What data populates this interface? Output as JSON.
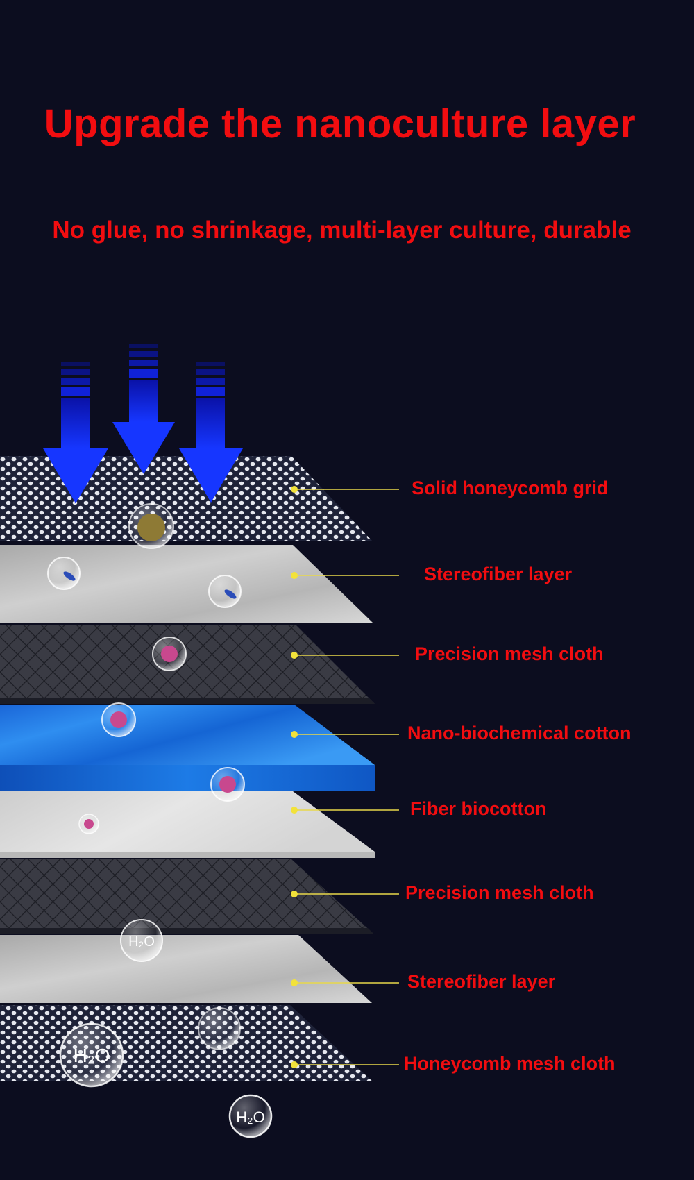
{
  "header": {
    "title": "Upgrade the nanoculture layer",
    "subtitle": "No glue, no shrinkage, multi-layer culture, durable"
  },
  "layers": [
    {
      "label": "Solid honeycomb grid",
      "texture": "honeycomb"
    },
    {
      "label": "Stereofiber layer",
      "texture": "fiber"
    },
    {
      "label": "Precision mesh cloth",
      "texture": "mesh"
    },
    {
      "label": "Nano-biochemical cotton",
      "texture": "blue-cotton"
    },
    {
      "label": "Fiber biocotton",
      "texture": "white-cotton"
    },
    {
      "label": "Precision mesh cloth",
      "texture": "mesh"
    },
    {
      "label": "Stereofiber layer",
      "texture": "fiber"
    },
    {
      "label": "Honeycomb mesh cloth",
      "texture": "honeycomb"
    }
  ],
  "bubble_text": "H₂O",
  "colors": {
    "background": "#0c0d1f",
    "label_text": "#f20d10",
    "leader_line": "#e8d84a",
    "arrow": "#1430ff"
  }
}
